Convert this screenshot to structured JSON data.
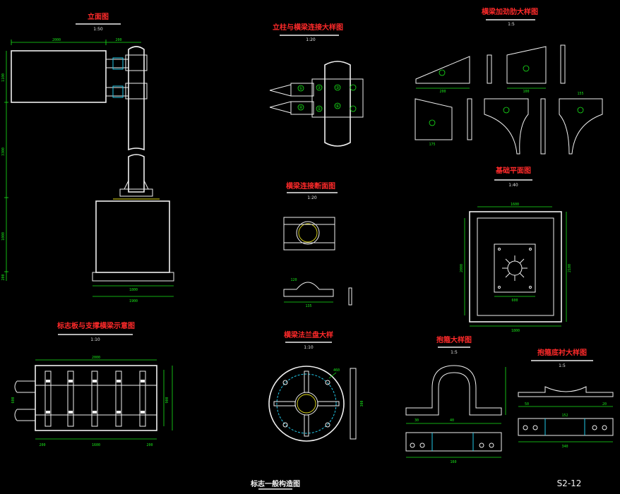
{
  "titles": {
    "elevation": "立面图",
    "elevation_scale": "1:50",
    "column_beam": "立柱与横梁连接大样图",
    "column_beam_scale": "1:20",
    "stiffener": "横梁加劲肋大样图",
    "stiffener_scale": "1:5",
    "beam_joint": "横梁连接断面图",
    "beam_joint_scale": "1:20",
    "foundation": "基础平面图",
    "foundation_scale": "1:40",
    "sign_frame": "标志板与支撑横梁示意图",
    "sign_frame_scale": "1:10",
    "flange": "横梁法兰盘大样",
    "flange_scale": "1:10",
    "hoop": "抱箍大样图",
    "hoop_scale": "1:5",
    "hoop_plate": "抱箍底衬大样图",
    "hoop_plate_scale": "1:5"
  },
  "dims": {
    "elev_top_a": "2000",
    "elev_top_b": "200",
    "elev_left_1": "1100",
    "elev_left_2": "3300",
    "elev_left_3": "1000",
    "elev_left_4": "200",
    "elev_bot_a": "1800",
    "elev_bot_b": "1900",
    "stiff_a": "200",
    "stiff_b": "100",
    "stiff_c": "155",
    "stiff_d": "175",
    "fnd_top": "1600",
    "fnd_right": "2100",
    "fnd_inner": "600",
    "fnd_bottom": "1800",
    "fnd_left": "2000",
    "frame_top": "2000",
    "frame_bot_a": "200",
    "frame_bot_b": "1600",
    "frame_bot_c": "200",
    "frame_left": "600",
    "frame_right": "900",
    "joint_a": "120",
    "joint_b": "135",
    "flange_d": "460",
    "flange_h": "300",
    "hoop_bot": "160",
    "hoop_plate_bot": "340",
    "hoop_d1": "30",
    "hoop_d2": "40",
    "hoop_d3": "50",
    "hoop_d4": "152",
    "hoop_d5": "20"
  },
  "markers": [
    "①",
    "②",
    "③",
    "④",
    "⑤",
    "⑥"
  ],
  "footer": {
    "caption": "标志一般构造图",
    "sheet": "S2-12"
  },
  "colors": {
    "background": "#000000",
    "outline": "#f0f0f0",
    "dimension": "#19e619",
    "title": "#ff2a2a",
    "hidden": "#21c8e8",
    "accent": "#e8e21e"
  }
}
